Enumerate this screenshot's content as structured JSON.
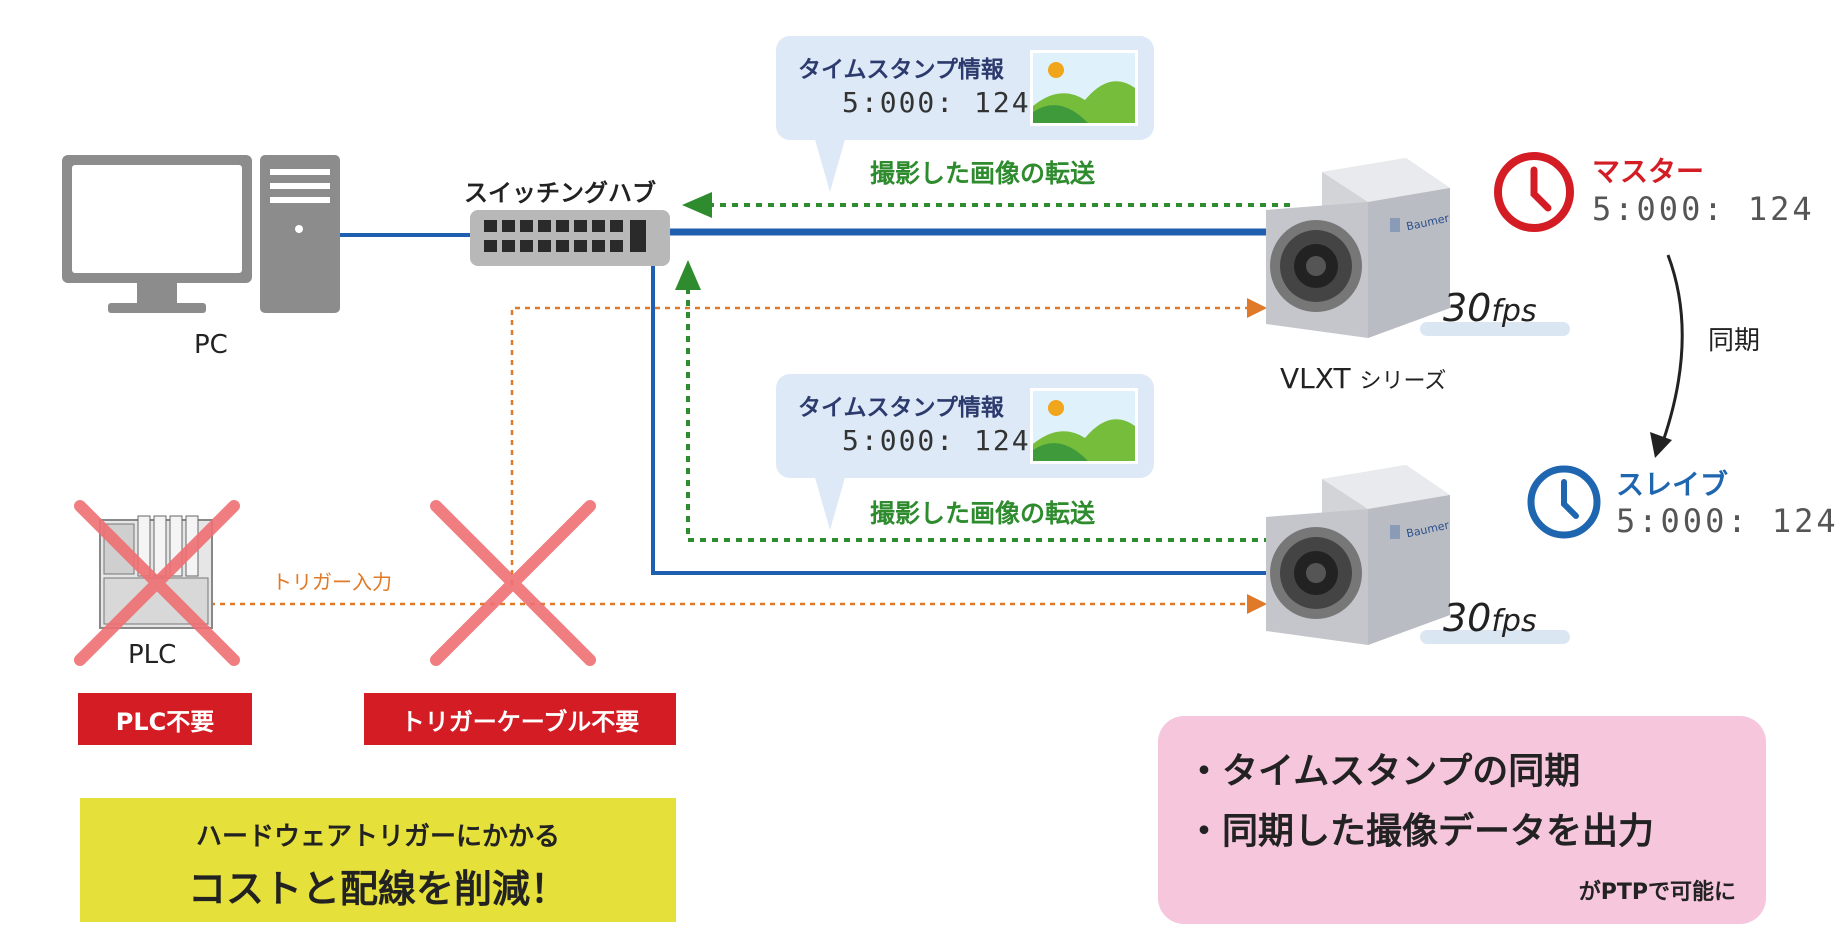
{
  "devices": {
    "pc_label": "PC",
    "hub_label": "スイッチングハブ",
    "plc_label": "PLC",
    "camera_series_label": "VLXT",
    "camera_series_suffix": "シリーズ",
    "camera_brand": "Baumer"
  },
  "bubbles": [
    {
      "title": "タイムスタンプ情報",
      "timestamp": "5:000: 124"
    },
    {
      "title": "タイムスタンプ情報",
      "timestamp": "5:000: 124"
    }
  ],
  "transfer_labels": [
    "撮影した画像の転送",
    "撮影した画像の転送"
  ],
  "fps": [
    {
      "value": "30",
      "unit": "fps"
    },
    {
      "value": "30",
      "unit": "fps"
    }
  ],
  "clocks": {
    "master": {
      "label": "マスター",
      "timestamp": "5:000: 124",
      "color": "#d41c24"
    },
    "slave": {
      "label": "スレイブ",
      "timestamp": "5:000: 124",
      "color": "#1f66b0"
    },
    "sync_label": "同期"
  },
  "trigger_label": "トリガー入力",
  "tags": {
    "plc_unneeded": "PLC不要",
    "cable_unneeded": "トリガーケーブル不要"
  },
  "yellow_box": {
    "line1": "ハードウェアトリガーにかかる",
    "line2": "コストと配線を削減！"
  },
  "pink_box": {
    "bullet1": "・タイムスタンプの同期",
    "bullet2": "・同期した撮像データを出力",
    "note": "がPTPで可能に"
  },
  "colors": {
    "ethernet_blue": "#1f5fb0",
    "transfer_green": "#2e8b2e",
    "trigger_orange": "#e07a28",
    "cross_red": "#ef6f73",
    "bubble_bg": "#dde9f6",
    "device_gray": "#8c8c8c"
  }
}
